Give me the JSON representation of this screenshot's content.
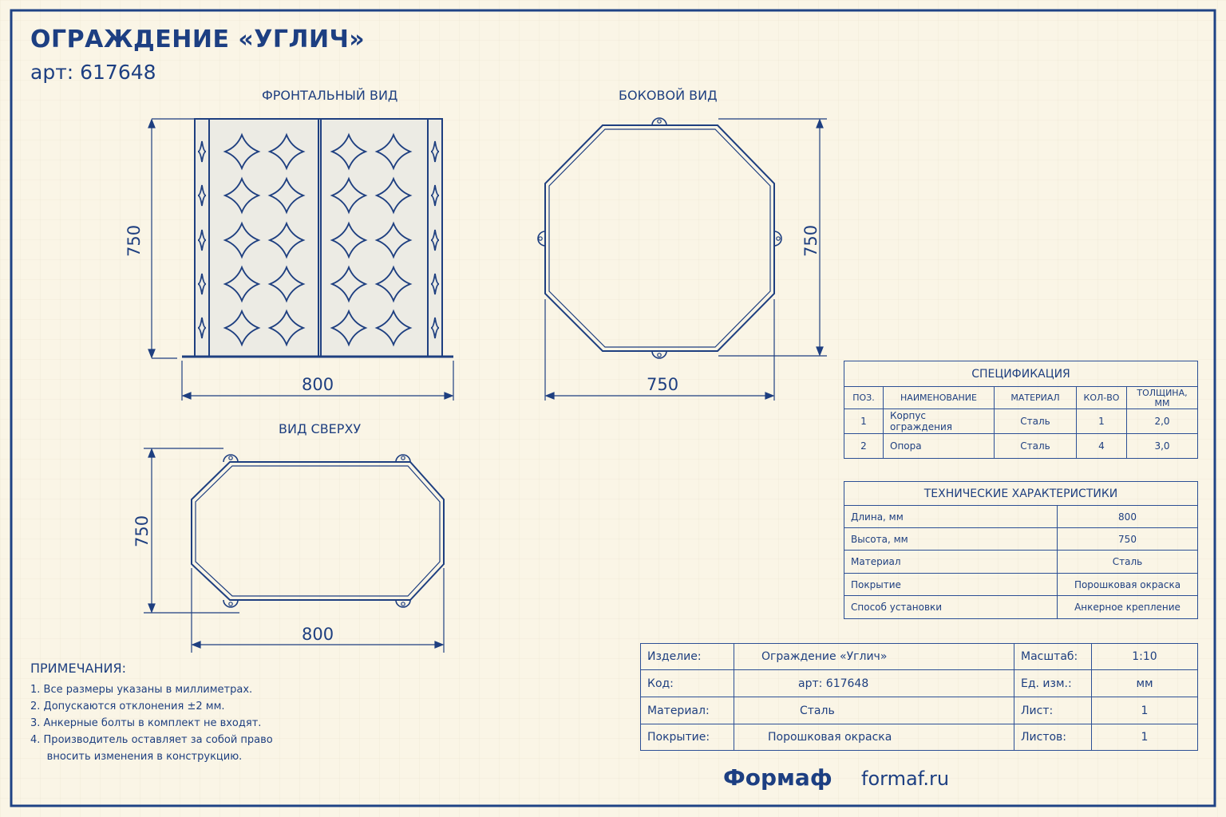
{
  "title": "ОГРАЖДЕНИЕ «УГЛИЧ»",
  "article": "арт: 617648",
  "views": {
    "front": {
      "title": "ФРОНТАЛЬНЫЙ ВИД",
      "width": "800",
      "height": "750"
    },
    "side": {
      "title": "БОКОВОЙ ВИД",
      "width": "750",
      "height": "750"
    },
    "top": {
      "title": "ВИД СВЕРХУ",
      "width": "800",
      "height": "750"
    }
  },
  "specification": {
    "title": "СПЕЦИФИКАЦИЯ",
    "headers": [
      "ПОЗ.",
      "НАИМЕНОВАНИЕ",
      "МАТЕРИАЛ",
      "КОЛ-ВО",
      "ТОЛЩИНА, ММ"
    ],
    "rows": [
      [
        "1",
        "Корпус ограждения",
        "Сталь",
        "1",
        "2,0"
      ],
      [
        "2",
        "Опора",
        "Сталь",
        "4",
        "3,0"
      ]
    ]
  },
  "tech": {
    "title": "ТЕХНИЧЕСКИЕ ХАРАКТЕРИСТИКИ",
    "rows": [
      [
        "Длина, мм",
        "800"
      ],
      [
        "Высота, мм",
        "750"
      ],
      [
        "Материал",
        "Сталь"
      ],
      [
        "Покрытие",
        "Порошковая окраска"
      ],
      [
        "Способ установки",
        "Анкерное крепление"
      ]
    ]
  },
  "titleblock": {
    "rows": [
      [
        "Изделие:",
        "Ограждение «Углич»",
        "Масштаб:",
        "1:10"
      ],
      [
        "Код:",
        "арт: 617648",
        "Ед. изм.:",
        "мм"
      ],
      [
        "Материал:",
        "Сталь",
        "Лист:",
        "1"
      ],
      [
        "Покрытие:",
        "Порошковая окраска",
        "Листов:",
        "1"
      ]
    ]
  },
  "notes": {
    "title": "ПРИМЕЧАНИЯ:",
    "items": [
      "1.  Все размеры указаны в миллиметрах.",
      "2.  Допускаются отклонения ±2 мм.",
      "3.  Анкерные болты в комплект не входят.",
      "4.  Производитель оставляет за собой право",
      "     вносить изменения в конструкцию."
    ]
  },
  "footer": {
    "brand": "Формаф",
    "url": "formaf.ru"
  },
  "colors": {
    "paper": "#faf5e6",
    "ink": "#1e3f80",
    "panel": "#eeeee6"
  }
}
